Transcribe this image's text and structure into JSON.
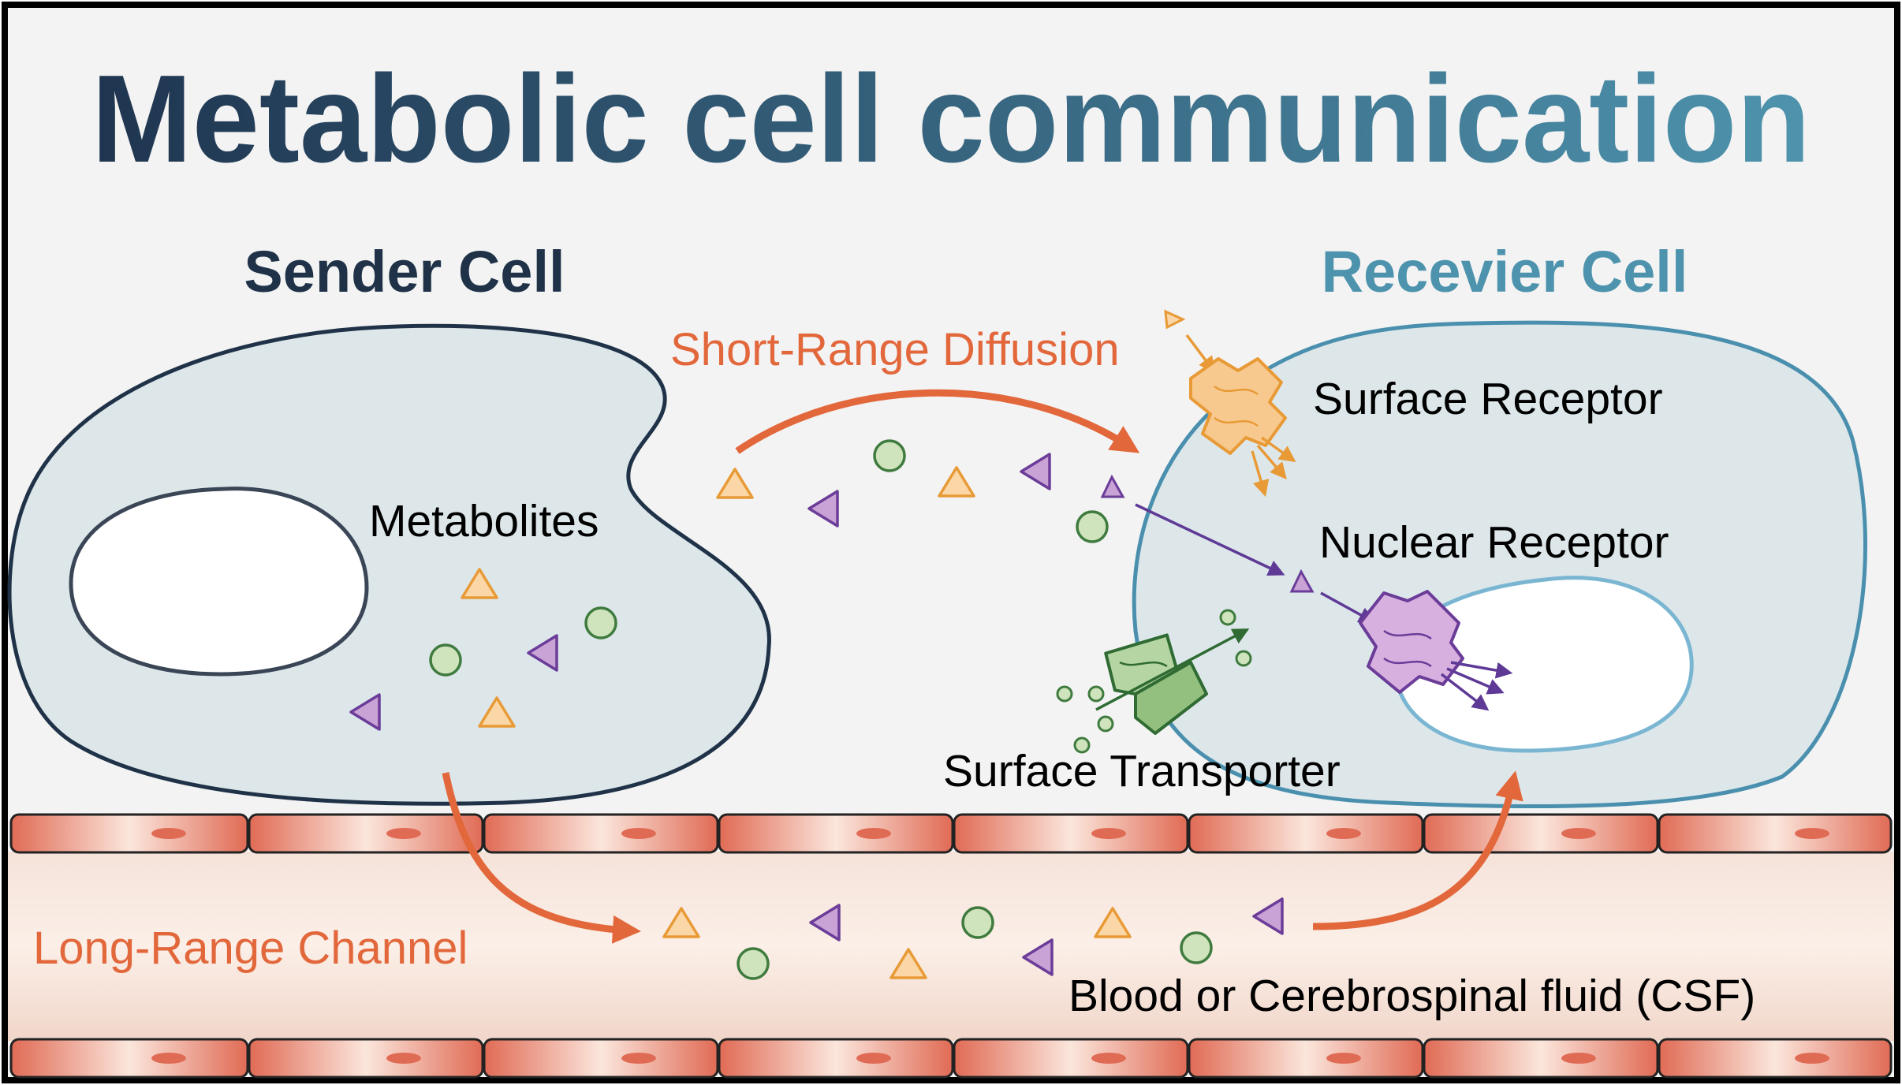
{
  "title": "Metabolic cell communication",
  "labels": {
    "sender_cell": "Sender Cell",
    "receiver_cell": "Recevier Cell",
    "metabolites": "Metabolites",
    "short_range": "Short-Range Diffusion",
    "surface_receptor": "Surface Receptor",
    "nuclear_receptor": "Nuclear Receptor",
    "surface_transporter": "Surface Transporter",
    "long_range": "Long-Range Channel",
    "blood_csf": "Blood or Cerebrospinal fluid (CSF)"
  },
  "colors": {
    "title_start": "#1f3550",
    "title_end": "#4e93ad",
    "sender_outline": "#1f3248",
    "receiver_outline": "#4a90ae",
    "cell_fill": "#dde7ea",
    "orange_arrow": "#e2683c",
    "triangle_orange": "#f0a650",
    "triangle_purple": "#7b4aa6",
    "circle_green": "#3f7b3e",
    "endothelium": "#e0755e",
    "vessel_lumen": "#f3ddd2"
  },
  "icons": [
    "triangle-metabolite",
    "circle-metabolite",
    "surface-receptor-icon",
    "nuclear-receptor-icon",
    "transporter-icon",
    "endothelial-cell-icon"
  ]
}
